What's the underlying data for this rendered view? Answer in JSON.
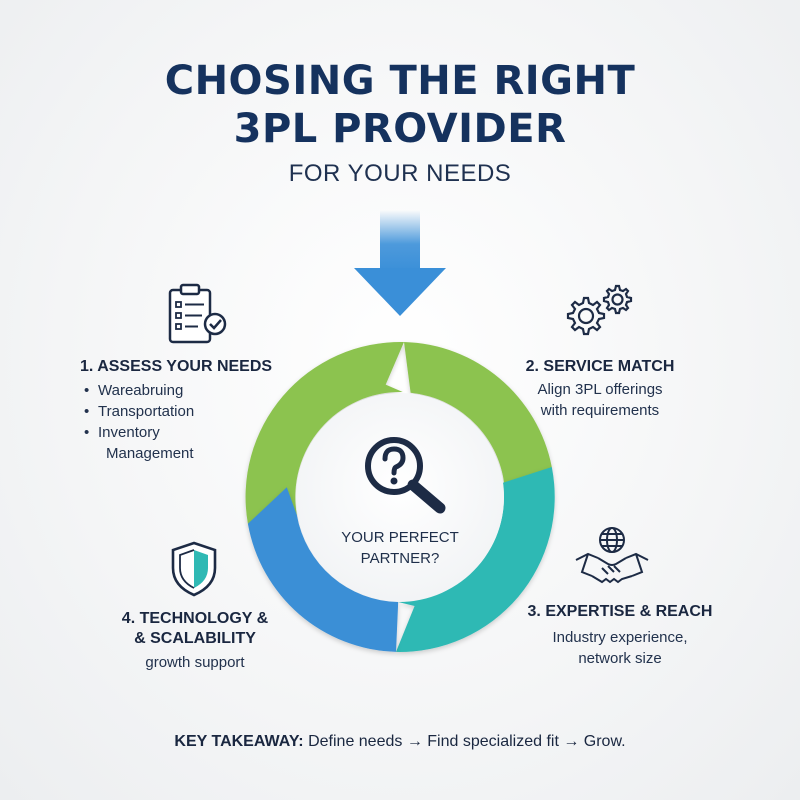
{
  "header": {
    "title_line1": "CHOSING THE RIGHT",
    "title_line2": "3PL PROVIDER",
    "subtitle": "FOR YOUR NEEDS"
  },
  "center": {
    "label_line1": "YOUR PERFECT",
    "label_line2": "PARTNER?"
  },
  "steps": [
    {
      "title": "1. ASSESS YOUR NEEDS",
      "bullets": [
        "Wareabruing",
        "Transportation",
        "Inventory",
        "Management"
      ],
      "icon": "clipboard-checklist-icon"
    },
    {
      "title": "2. SERVICE MATCH",
      "lines": [
        "Align 3PL offerings",
        "with requirements"
      ],
      "icon": "gears-icon"
    },
    {
      "title": "3. EXPERTISE & REACH",
      "lines": [
        "Industry experience,",
        "network size"
      ],
      "icon": "globe-handshake-icon"
    },
    {
      "title_line1": "4. TECHNOLOGY &",
      "title_line2": "& SCALABILITY",
      "lines": [
        "growth support"
      ],
      "icon": "shield-icon"
    }
  ],
  "takeaway": {
    "label": "KEY TAKEAWAY:",
    "text": " Define needs → Find specialized fit → Grow."
  },
  "colors": {
    "title": "#15325e",
    "green": "#8cc34f",
    "teal": "#2fb9b4",
    "blue": "#3b8fd6",
    "arrow": "#3a8fd8"
  }
}
